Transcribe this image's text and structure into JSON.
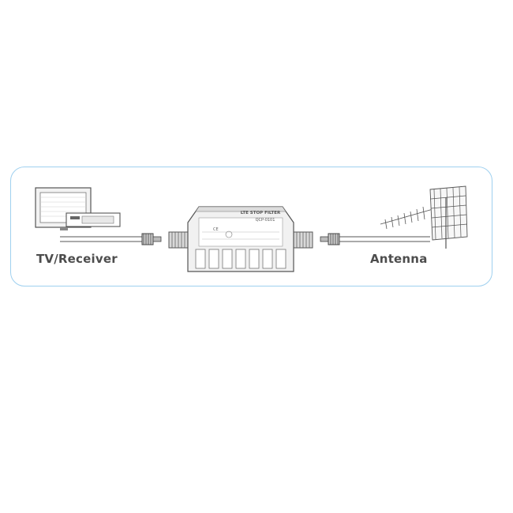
{
  "labels": {
    "left": "TV/Receiver",
    "right": "Antenna"
  },
  "device": {
    "line1": "LTE STOP FILTER",
    "line2": "QCP-0101"
  },
  "icons": [
    "tv-icon",
    "receiver-icon",
    "antenna-icon",
    "filter-icon",
    "coax-cable-icon"
  ],
  "colors": {
    "frame": "#9fd0ef",
    "line": "#555555",
    "label": "#4d4d4d"
  }
}
